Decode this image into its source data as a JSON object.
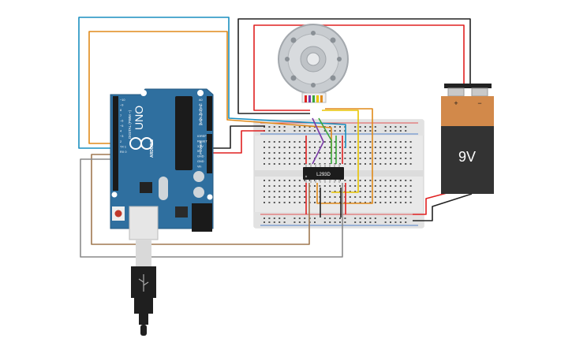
{
  "arduino": {
    "brand_text": "UNO",
    "logo_text": "ARDUINO",
    "digital_label": "DIGITAL (PWM ~)",
    "analog_label": "ANALOG IN",
    "power_label": "POWER",
    "pin_labels_top": [
      "~10",
      "~9",
      "8",
      "7",
      "~6",
      "~5",
      "4",
      "~3",
      "2",
      "TX 1",
      "RX 0"
    ],
    "pin_labels_power": [
      "IOREF",
      "RESET",
      "3.3V",
      "5V",
      "GND",
      "GND",
      "Vin"
    ],
    "pin_labels_analog": [
      "A0",
      "A1",
      "A2",
      "A3",
      "A4",
      "A5"
    ]
  },
  "chip": {
    "label": "L293D"
  },
  "battery": {
    "voltage_label": "9V",
    "plus_label": "+",
    "minus_label": "−"
  },
  "colors": {
    "arduino_board": "#2f6f9f",
    "breadboard": "#e9e9e9",
    "battery_top": "#d2894a",
    "battery_body": "#333333",
    "wire_red": "#e02020",
    "wire_black": "#222222",
    "wire_blue": "#1a8fc0",
    "wire_orange": "#e08a1a",
    "wire_green": "#3aa83a",
    "wire_yellow": "#e8c400",
    "wire_purple": "#7a3aa8",
    "wire_gray": "#8a8a8a",
    "wire_brown": "#a07850"
  }
}
